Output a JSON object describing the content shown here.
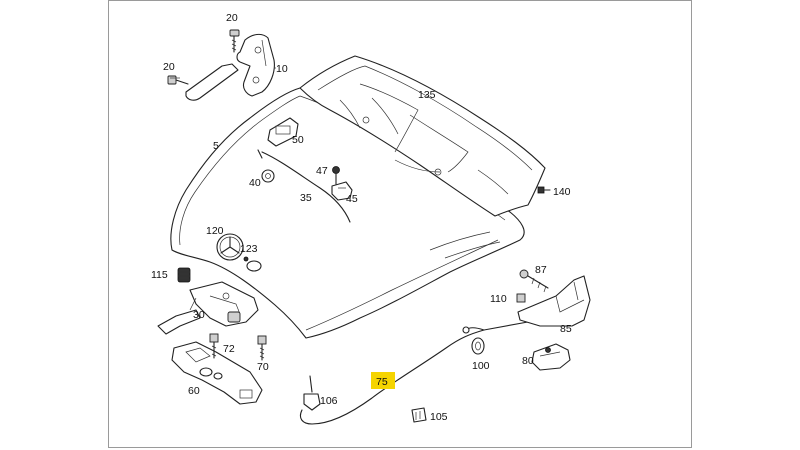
{
  "highlight_color": "#f5d400",
  "callouts": [
    {
      "id": "c20a",
      "text": "20"
    },
    {
      "id": "c20b",
      "text": "20"
    },
    {
      "id": "c10",
      "text": "10"
    },
    {
      "id": "c135",
      "text": "135"
    },
    {
      "id": "c5",
      "text": "5"
    },
    {
      "id": "c50",
      "text": "50"
    },
    {
      "id": "c47",
      "text": "47"
    },
    {
      "id": "c40",
      "text": "40"
    },
    {
      "id": "c45",
      "text": "45"
    },
    {
      "id": "c35",
      "text": "35"
    },
    {
      "id": "c140",
      "text": "140"
    },
    {
      "id": "c120",
      "text": "120"
    },
    {
      "id": "c123",
      "text": "123"
    },
    {
      "id": "c87",
      "text": "87"
    },
    {
      "id": "c115",
      "text": "115"
    },
    {
      "id": "c110",
      "text": "110"
    },
    {
      "id": "c30",
      "text": "30"
    },
    {
      "id": "c85",
      "text": "85"
    },
    {
      "id": "c72",
      "text": "72"
    },
    {
      "id": "c70",
      "text": "70"
    },
    {
      "id": "c100",
      "text": "100"
    },
    {
      "id": "c80",
      "text": "80"
    },
    {
      "id": "c75",
      "text": "75",
      "highlighted": true
    },
    {
      "id": "c60",
      "text": "60"
    },
    {
      "id": "c106",
      "text": "106"
    },
    {
      "id": "c105",
      "text": "105"
    }
  ]
}
